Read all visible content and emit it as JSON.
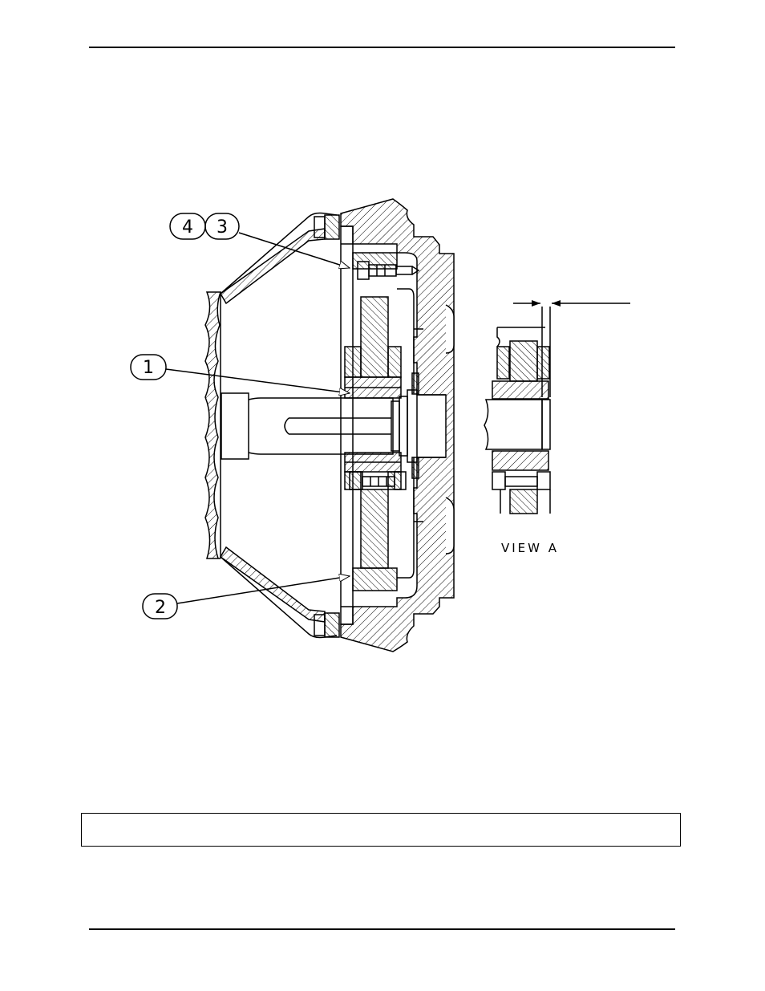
{
  "diagram": {
    "balloons": [
      {
        "id": "balloon-4",
        "text": "4"
      },
      {
        "id": "balloon-3",
        "text": "3"
      },
      {
        "id": "balloon-1",
        "text": "1"
      },
      {
        "id": "balloon-2",
        "text": "2"
      }
    ],
    "view_label": "VIEW  A"
  },
  "colors": {
    "ink": "#000000",
    "paper": "#ffffff"
  }
}
